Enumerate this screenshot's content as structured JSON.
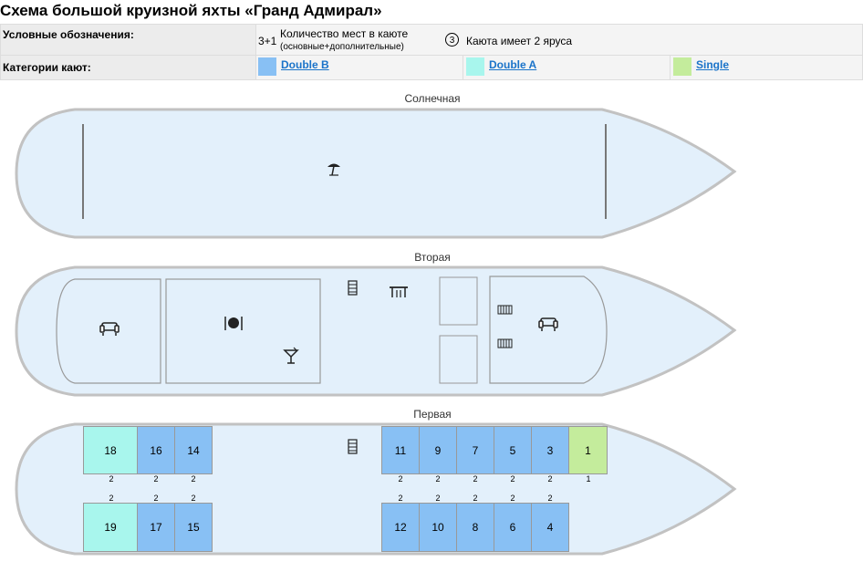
{
  "title": "Схема большой круизной яхты «Гранд Адмирал»",
  "legend": {
    "label": "Условные обозначения:",
    "capacity_example": "3+1",
    "capacity_text": "Количество мест в каюте",
    "capacity_sub": "(основные+дополнительные)",
    "tier_example": "3",
    "tier_text": "Каюта имеет 2 яруса"
  },
  "categories": {
    "label": "Категории кают:",
    "items": [
      {
        "name": "Double B",
        "color": "#88c0f4"
      },
      {
        "name": "Double A",
        "color": "#a8f6ed"
      },
      {
        "name": "Single",
        "color": "#c4ec9c"
      }
    ]
  },
  "decks": {
    "sun": {
      "name": "Солнечная",
      "icons": [
        "umbrella-icon"
      ]
    },
    "second": {
      "name": "Вторая",
      "icons": [
        "sofa-icon",
        "dining-icon",
        "cocktail-icon",
        "stairs-icon",
        "table-chairs-icon",
        "radiator-icon",
        "sofa-icon"
      ]
    },
    "first": {
      "name": "Первая",
      "top_cabins": [
        {
          "number": "18",
          "category": "Double A",
          "places": "2"
        },
        {
          "number": "16",
          "category": "Double B",
          "places": "2"
        },
        {
          "number": "14",
          "category": "Double B",
          "places": "2"
        },
        {
          "number": "11",
          "category": "Double B",
          "places": "2"
        },
        {
          "number": "9",
          "category": "Double B",
          "places": "2"
        },
        {
          "number": "7",
          "category": "Double B",
          "places": "2"
        },
        {
          "number": "5",
          "category": "Double B",
          "places": "2"
        },
        {
          "number": "3",
          "category": "Double B",
          "places": "2"
        },
        {
          "number": "1",
          "category": "Single",
          "places": "1"
        }
      ],
      "bottom_cabins": [
        {
          "number": "19",
          "category": "Double A",
          "places": "2"
        },
        {
          "number": "17",
          "category": "Double B",
          "places": "2"
        },
        {
          "number": "15",
          "category": "Double B",
          "places": "2"
        },
        {
          "number": "12",
          "category": "Double B",
          "places": "2"
        },
        {
          "number": "10",
          "category": "Double B",
          "places": "2"
        },
        {
          "number": "8",
          "category": "Double B",
          "places": "2"
        },
        {
          "number": "6",
          "category": "Double B",
          "places": "2"
        },
        {
          "number": "4",
          "category": "Double B",
          "places": "2"
        }
      ]
    }
  },
  "colors": {
    "hull_fill": "#e3f0fb",
    "hull_stroke": "#c2c2c2"
  }
}
